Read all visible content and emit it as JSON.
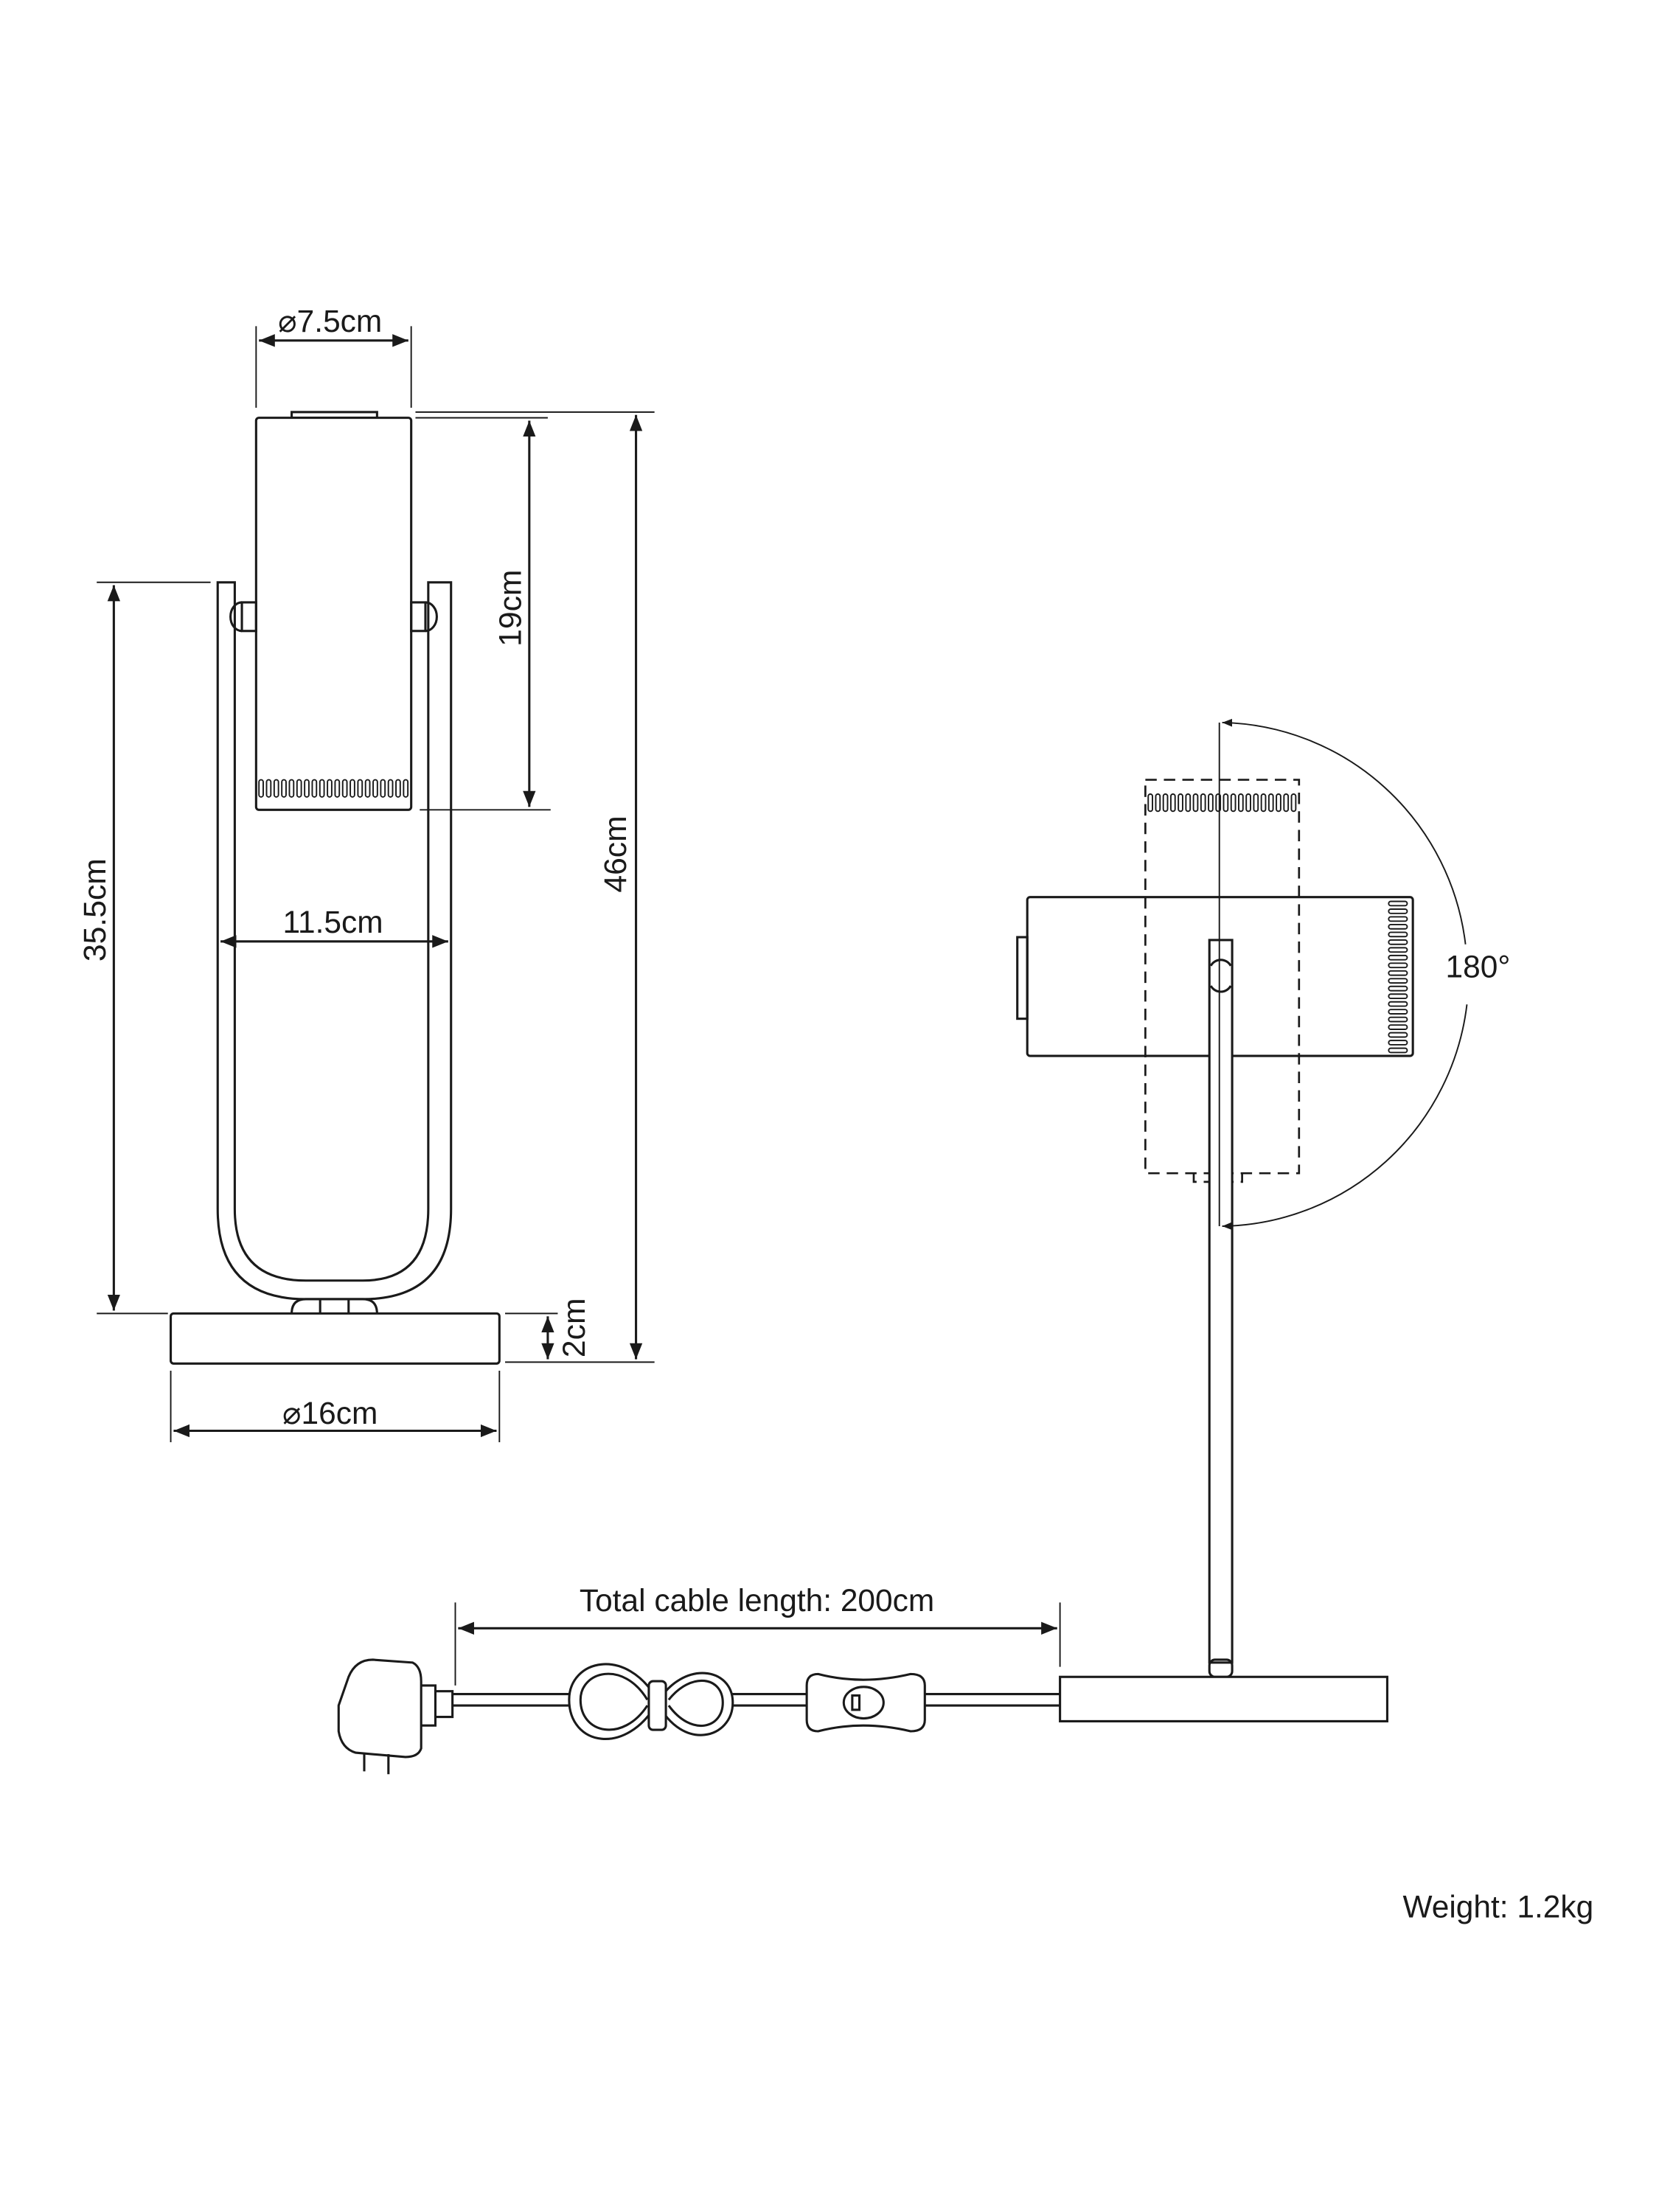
{
  "dimensions": {
    "shade_diameter": "⌀7.5cm",
    "shade_height": "19cm",
    "total_height": "46cm",
    "frame_height": "35.5cm",
    "frame_width": "11.5cm",
    "base_height": "2cm",
    "base_diameter": "⌀16cm",
    "rotation": "180°",
    "cable_length": "Total cable length: 200cm"
  },
  "weight": "Weight: 1.2kg",
  "colors": {
    "line": "#1a1a1a",
    "background": "#ffffff"
  }
}
